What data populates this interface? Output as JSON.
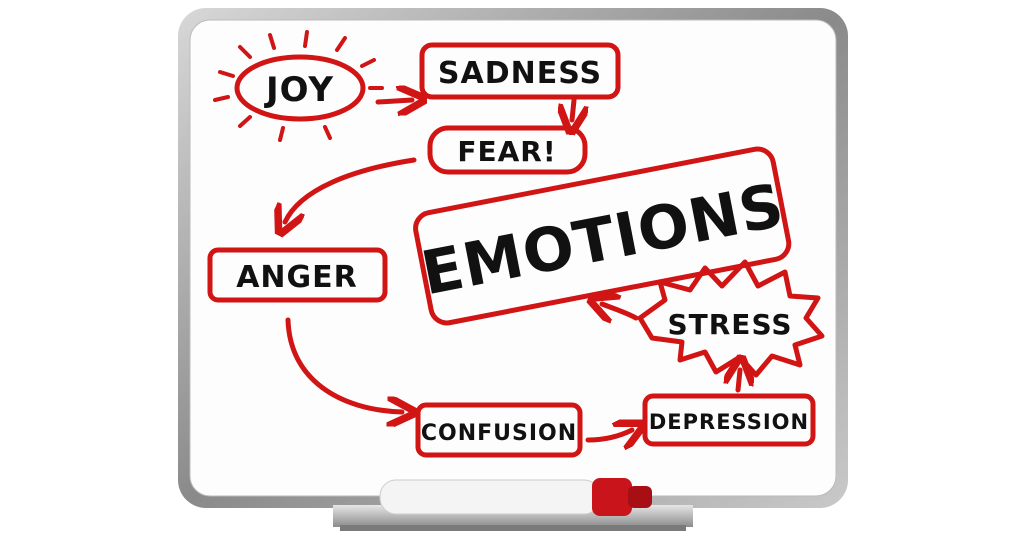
{
  "board": {
    "labels": {
      "joy": "JOY",
      "sadness": "SADNESS",
      "fear": "FEAR!",
      "emotions": "EMOTIONS",
      "anger": "ANGER",
      "stress": "STRESS",
      "confusion": "CONFUSION",
      "depression": "DEPRESSION"
    },
    "colors": {
      "marker_red": "#d11414",
      "frame": "#9a9a9a",
      "ink": "#111111"
    }
  }
}
